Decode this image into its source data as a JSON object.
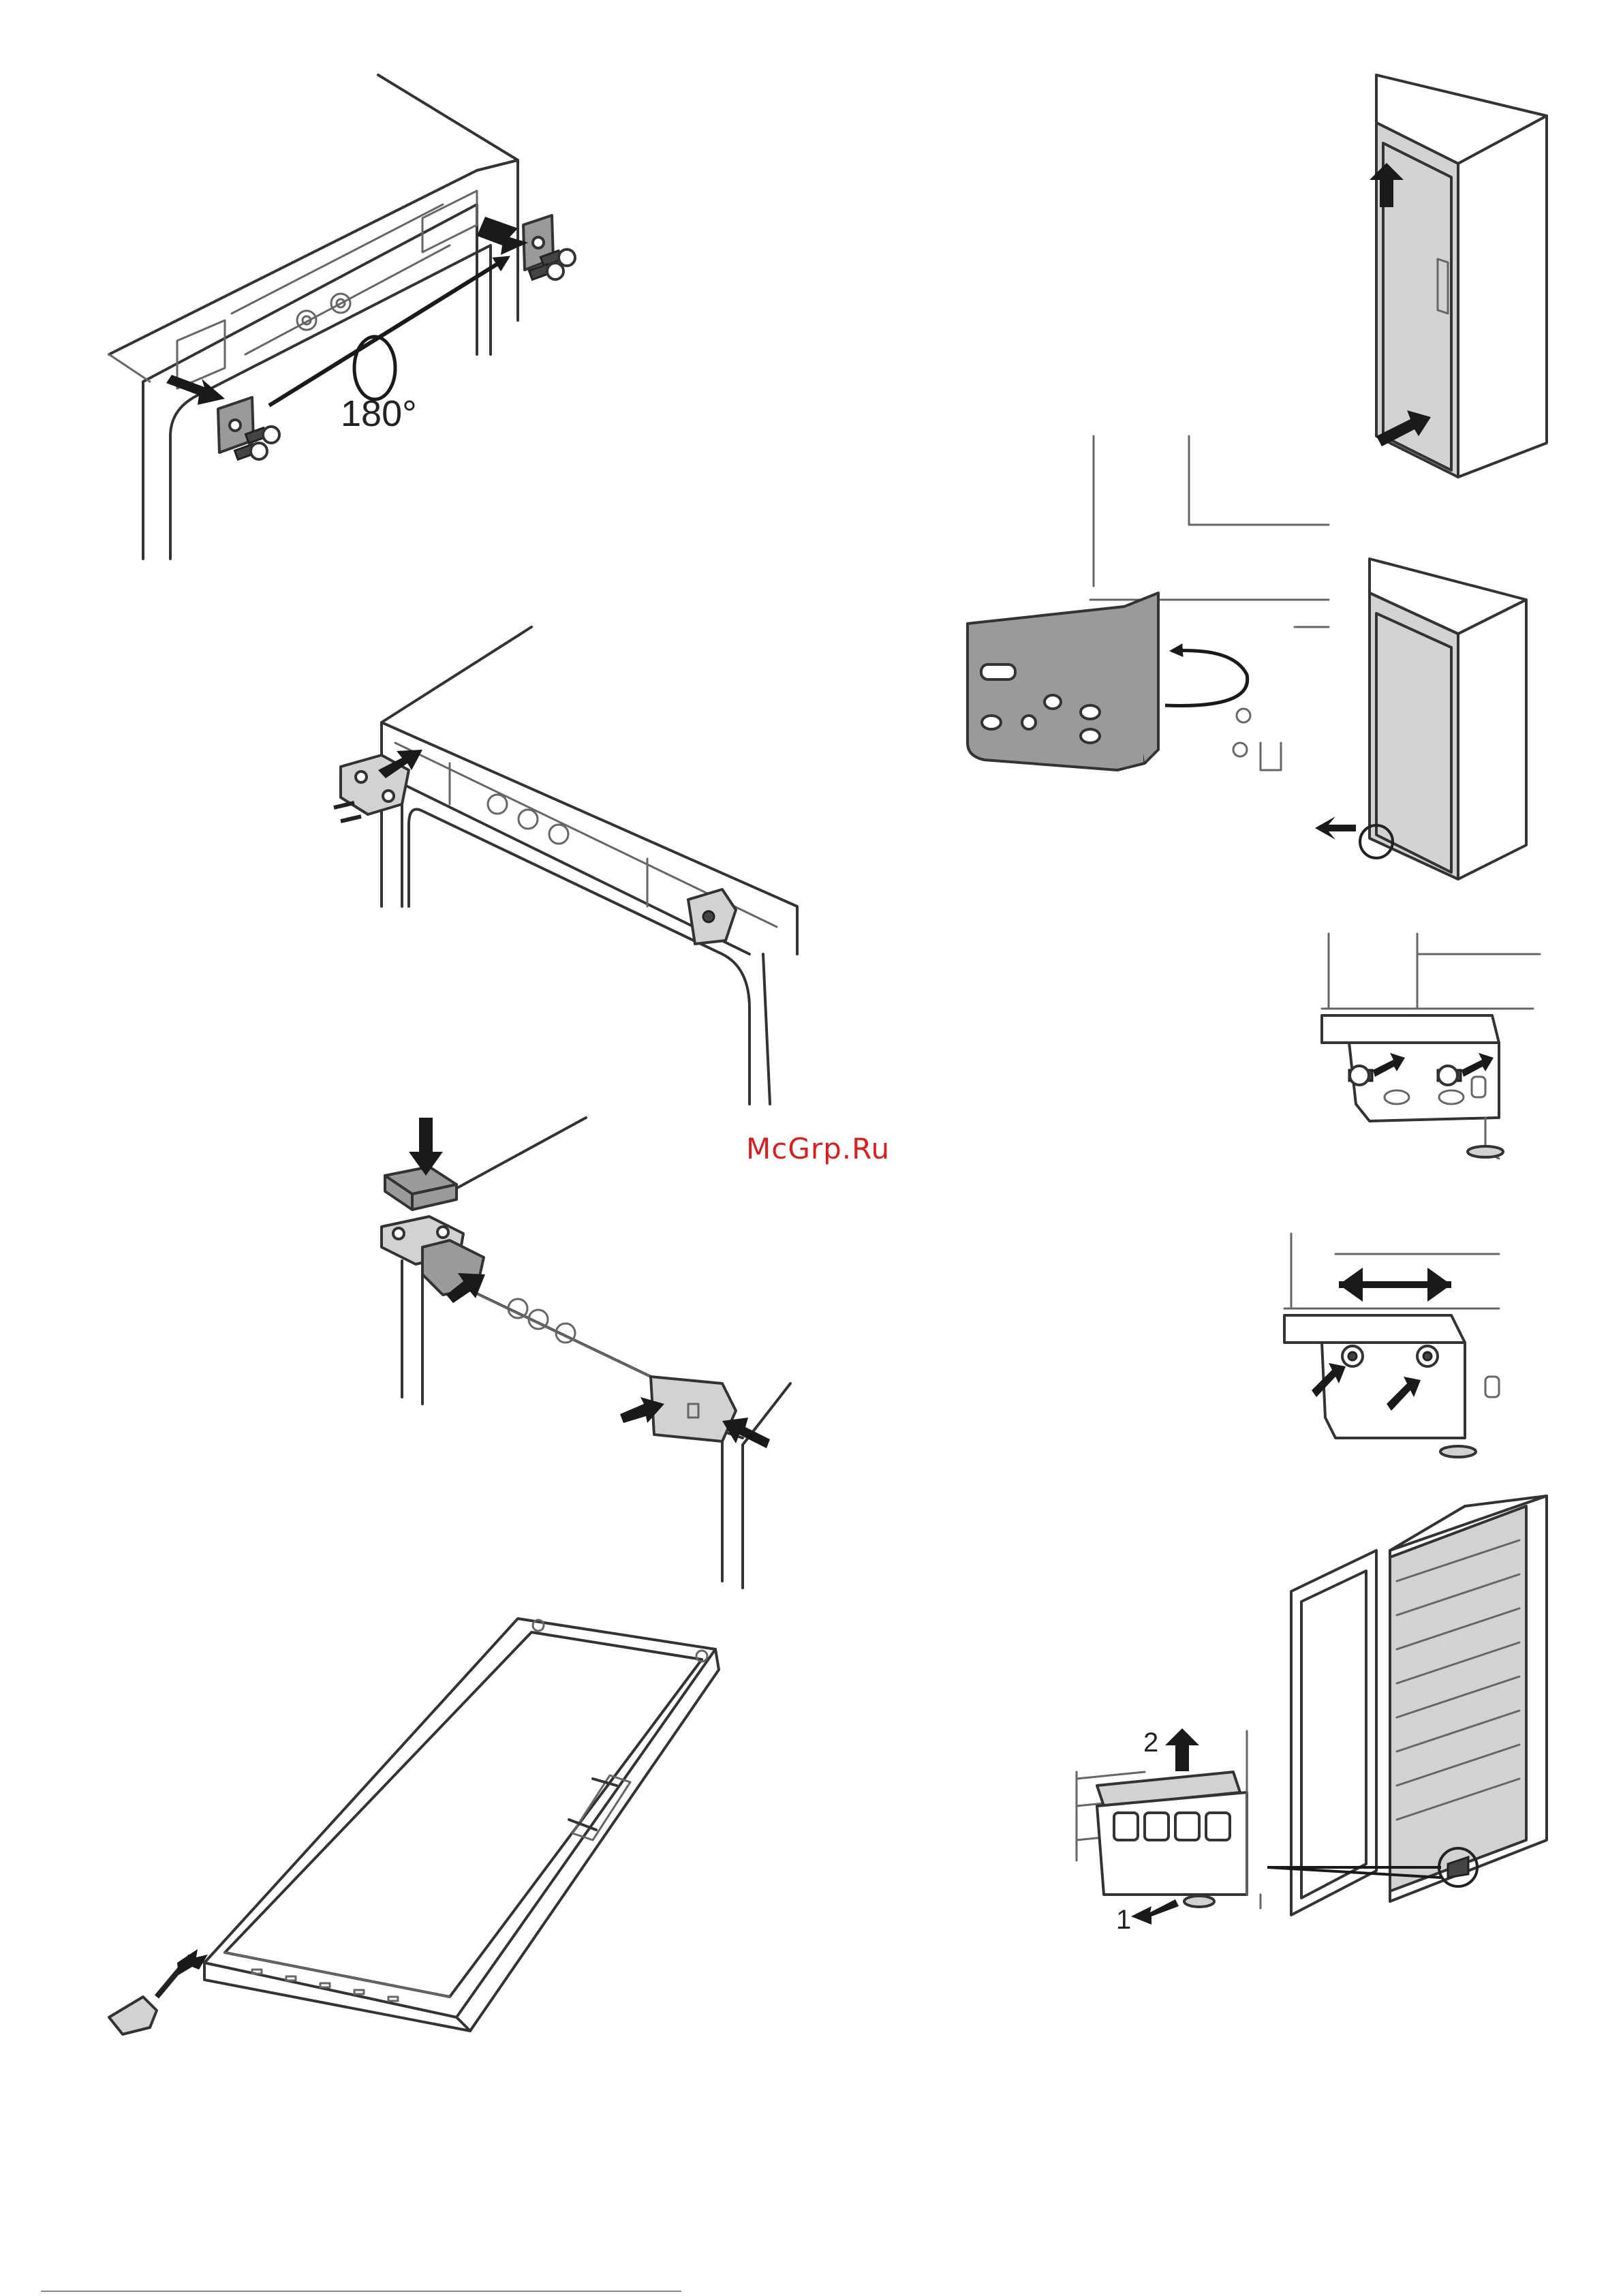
{
  "figures": {
    "hinge_swap": {
      "angle_label": "180°"
    },
    "drawer_vent": {
      "step_1": "1",
      "step_2": "2"
    }
  },
  "watermark": "McGrp.Ru"
}
